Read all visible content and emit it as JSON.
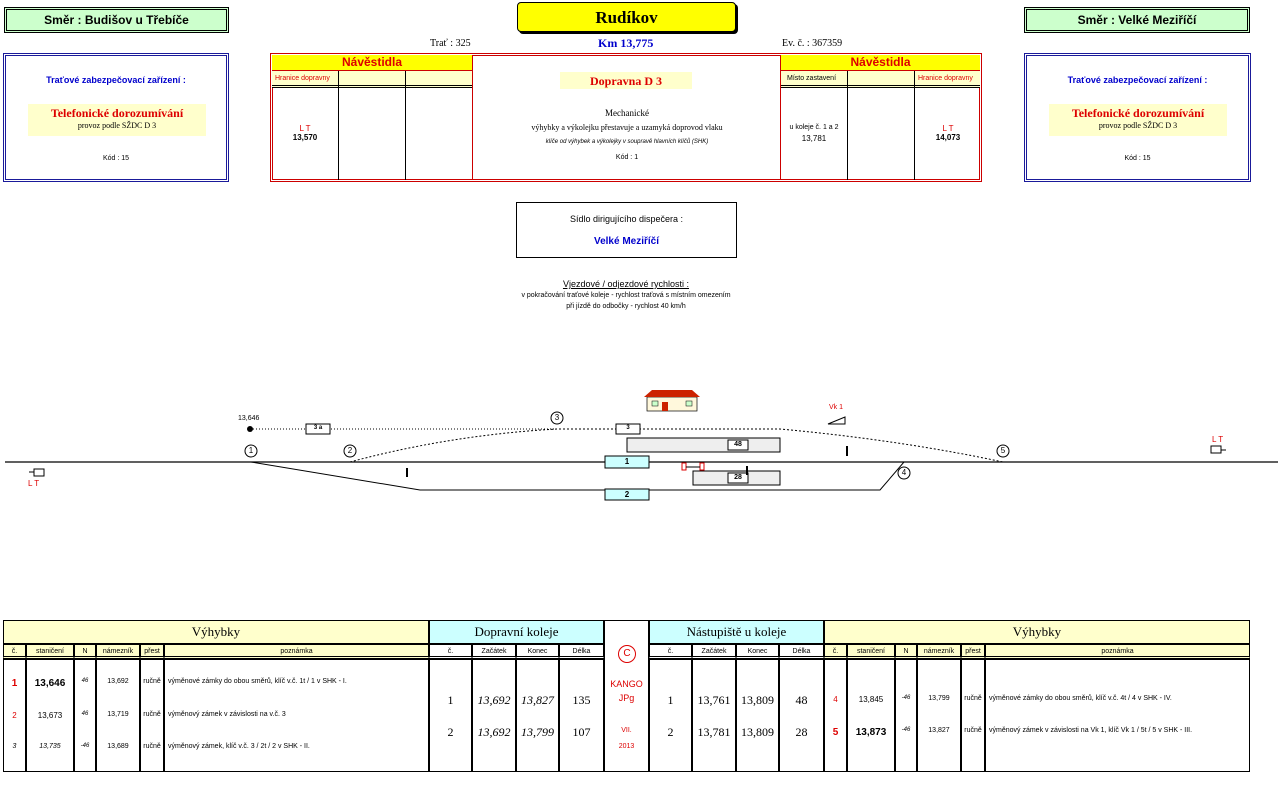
{
  "header": {
    "left_direction": "Směr  :  Budišov u Třebíče",
    "right_direction": "Směr  :  Velké Meziříčí",
    "station_name": "Rudíkov",
    "trat": "Trať : 325",
    "km": "Km  13,775",
    "ev": "Ev. č. : 367359"
  },
  "left_panel": {
    "title": "Traťové  zabezpečovací  zařízení :",
    "system": "Telefonické  dorozumívání",
    "provoz": "provoz podle SŽDC D 3",
    "kod": "Kód : 15"
  },
  "right_panel": {
    "title": "Traťové  zabezpečovací  zařízení :",
    "system": "Telefonické  dorozumívání",
    "provoz": "provoz podle SŽDC D 3",
    "kod": "Kód : 15"
  },
  "signals_left": {
    "title": "Návěstidla",
    "col1_header": "Hranice dopravny",
    "col1_sign": "L T",
    "col1_km": "13,570"
  },
  "signals_right": {
    "title": "Návěstidla",
    "col1_header": "Místo zastavení",
    "col1_text": "u koleje č. 1 a 2",
    "col1_km": "13,781",
    "col3_header": "Hranice dopravny",
    "col3_sign": "L T",
    "col3_km": "14,073"
  },
  "center_panel": {
    "dopravna": "Dopravna  D 3",
    "type": "Mechanické",
    "line1": "výhybky a výkolejku přestavuje a uzamyká doprovod vlaku",
    "line2": "klíče od výhybek a výkolejky v soupravě hlavních klíčů (SHK)",
    "kod": "Kód : 1"
  },
  "dispatcher": {
    "label": "Sídlo dirigujícího dispečera :",
    "place": "Velké Meziříčí"
  },
  "speeds": {
    "title": "Vjezdové / odjezdové rychlosti :",
    "line1": "v pokračování traťové koleje - rychlost traťová s místním omezením",
    "line2": "při jízdě do odbočky - rychlost 40 km/h"
  },
  "diagram": {
    "km_label": "13,646",
    "vk_label": "Vk 1",
    "track_3a": "3 a",
    "track_3": "3",
    "track_1": "1",
    "track_2": "2",
    "platform_48": "48",
    "platform_28": "28",
    "switch_1": "1",
    "switch_2": "2",
    "switch_3": "3",
    "switch_4": "4",
    "switch_5": "5",
    "lt_left": "L T",
    "lt_right": "L T"
  },
  "vyhybky_left": {
    "title": "Výhybky",
    "headers": [
      "č.",
      "staničení",
      "N",
      "námezník",
      "přest",
      "poznámka"
    ],
    "rows": [
      [
        "1",
        "13,646",
        "46",
        "13,692",
        "ručně",
        "výměnové zámky do obou směrů, klíč v.č. 1t / 1 v SHK - I."
      ],
      [
        "2",
        "13,673",
        "46",
        "13,719",
        "ručně",
        "výměnový zámek v závislosti na v.č. 3"
      ],
      [
        "3",
        "13,735",
        "-46",
        "13,689",
        "ručně",
        "výměnový zámek, klíč v.č. 3 / 2t / 2 v SHK - II."
      ]
    ]
  },
  "dopravni_koleje": {
    "title": "Dopravní  koleje",
    "headers": [
      "č.",
      "Začátek",
      "Konec",
      "Délka"
    ],
    "rows": [
      [
        "1",
        "13,692",
        "13,827",
        "135"
      ],
      [
        "2",
        "13,692",
        "13,799",
        "107"
      ]
    ]
  },
  "kango": {
    "symbol": "C",
    "name": "KANGO",
    "sub": "JPg",
    "month": "VII.",
    "year": "2013"
  },
  "nastupiste": {
    "title": "Nástupiště  u  koleje",
    "headers": [
      "č.",
      "Začátek",
      "Konec",
      "Délka"
    ],
    "rows": [
      [
        "1",
        "13,761",
        "13,809",
        "48"
      ],
      [
        "2",
        "13,781",
        "13,809",
        "28"
      ]
    ]
  },
  "vyhybky_right": {
    "title": "Výhybky",
    "headers": [
      "č.",
      "staničení",
      "N",
      "námezník",
      "přest",
      "poznámka"
    ],
    "rows": [
      [
        "4",
        "13,845",
        "-46",
        "13,799",
        "ručně",
        "výměnové zámky do obou směrů, klíč v.č. 4t / 4 v SHK - IV."
      ],
      [
        "5",
        "13,873",
        "-46",
        "13,827",
        "ručně",
        "výměnový zámek v závislosti na Vk 1, klíč Vk 1 / 5t / 5 v SHK - III."
      ]
    ]
  },
  "colors": {
    "yellow_title": "#ffff00",
    "green_dir": "#ccffcc",
    "cyan_track": "#ccffff",
    "red_text": "#dd0000",
    "blue_text": "#0000cc"
  }
}
